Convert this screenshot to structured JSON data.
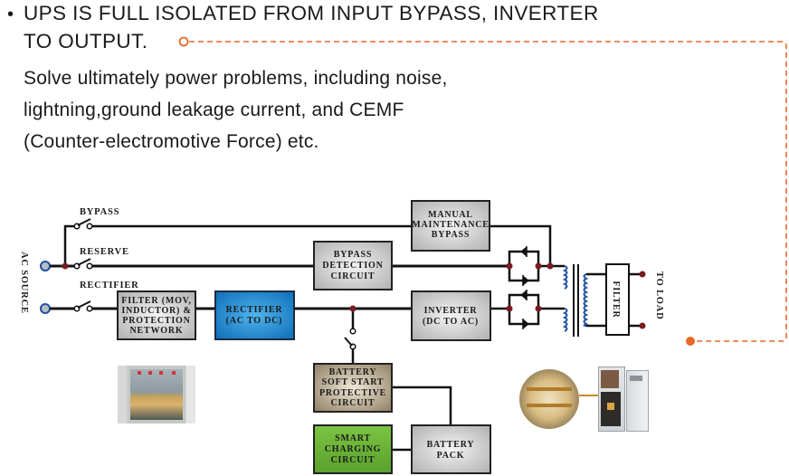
{
  "header": {
    "bullet": "•",
    "headline_line1": "UPS IS FULL ISOLATED FROM INPUT BYPASS, INVERTER",
    "headline_line2": "TO OUTPUT.",
    "body_lines": [
      "Solve ultimately power problems, including noise,",
      "lightning,ground leakage current, and CEMF",
      "(Counter-electromotive Force) etc."
    ]
  },
  "diagram": {
    "source_label": "AC SOURCE",
    "load_label": "TO LOAD",
    "paths": {
      "bypass": "BYPASS",
      "reserve": "RESERVE",
      "rectifier": "RECTIFIER"
    },
    "blocks": {
      "manual_bypass": [
        "MANUAL",
        "MAINTENANCE",
        "BYPASS"
      ],
      "bypass_detection": [
        "BYPASS",
        "DETECTION",
        "CIRCUIT"
      ],
      "filter_network": [
        "FILTER (MOV,",
        "INDUCTOR) &",
        "PROTECTION",
        "NETWORK"
      ],
      "rectifier": [
        "RECTIFIER",
        "(AC TO DC)"
      ],
      "inverter": [
        "INVERTER",
        "(DC TO AC)"
      ],
      "battery_soft_start": [
        "BATTERY",
        "SOFT START",
        "PROTECTIVE",
        "CIRCUIT"
      ],
      "smart_charging": [
        "SMART",
        "CHARGING",
        "CIRCUIT"
      ],
      "battery_pack": [
        "BATTERY",
        "PACK"
      ],
      "output_filter": "FILTER"
    },
    "colors": {
      "accent_orange": "#e8692a",
      "junction_dot": "#7a1a22",
      "coil_blue": "#1f4fa0",
      "rectifier_blue": "#1a86d0",
      "charging_green": "#6cb43a",
      "softstart_tan": "#a99a80",
      "block_gray": "#cfcfcf",
      "source_terminal": "#1f4fa0"
    }
  }
}
